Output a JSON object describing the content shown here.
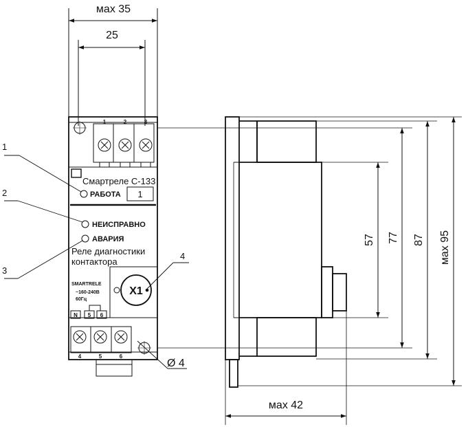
{
  "dimensions": {
    "max_width": "мах 35",
    "inner_width": "25",
    "hole": "Ø 4",
    "side_depth": "мах 42",
    "h57": "57",
    "h77": "77",
    "h87": "87",
    "max_height": "мах 95"
  },
  "callouts": [
    "1",
    "2",
    "3",
    "4"
  ],
  "device": {
    "title": "Смартреле С-133",
    "led_work": "РАБОТА",
    "indicator_value": "1",
    "led_fault": "НЕИСПРАВНО",
    "led_alarm": "АВАРИЯ",
    "desc_line1": "Реле диагностики",
    "desc_line2": "контактора",
    "connector": "X1",
    "brand": "SMARTRELE",
    "spec1": "~160-240В",
    "spec2": "60Гц",
    "top_terminals": [
      "1",
      "2",
      "3"
    ],
    "bottom_terminals": [
      "4",
      "5",
      "6"
    ],
    "bottom_boxes": [
      "N",
      "5",
      "6"
    ]
  }
}
